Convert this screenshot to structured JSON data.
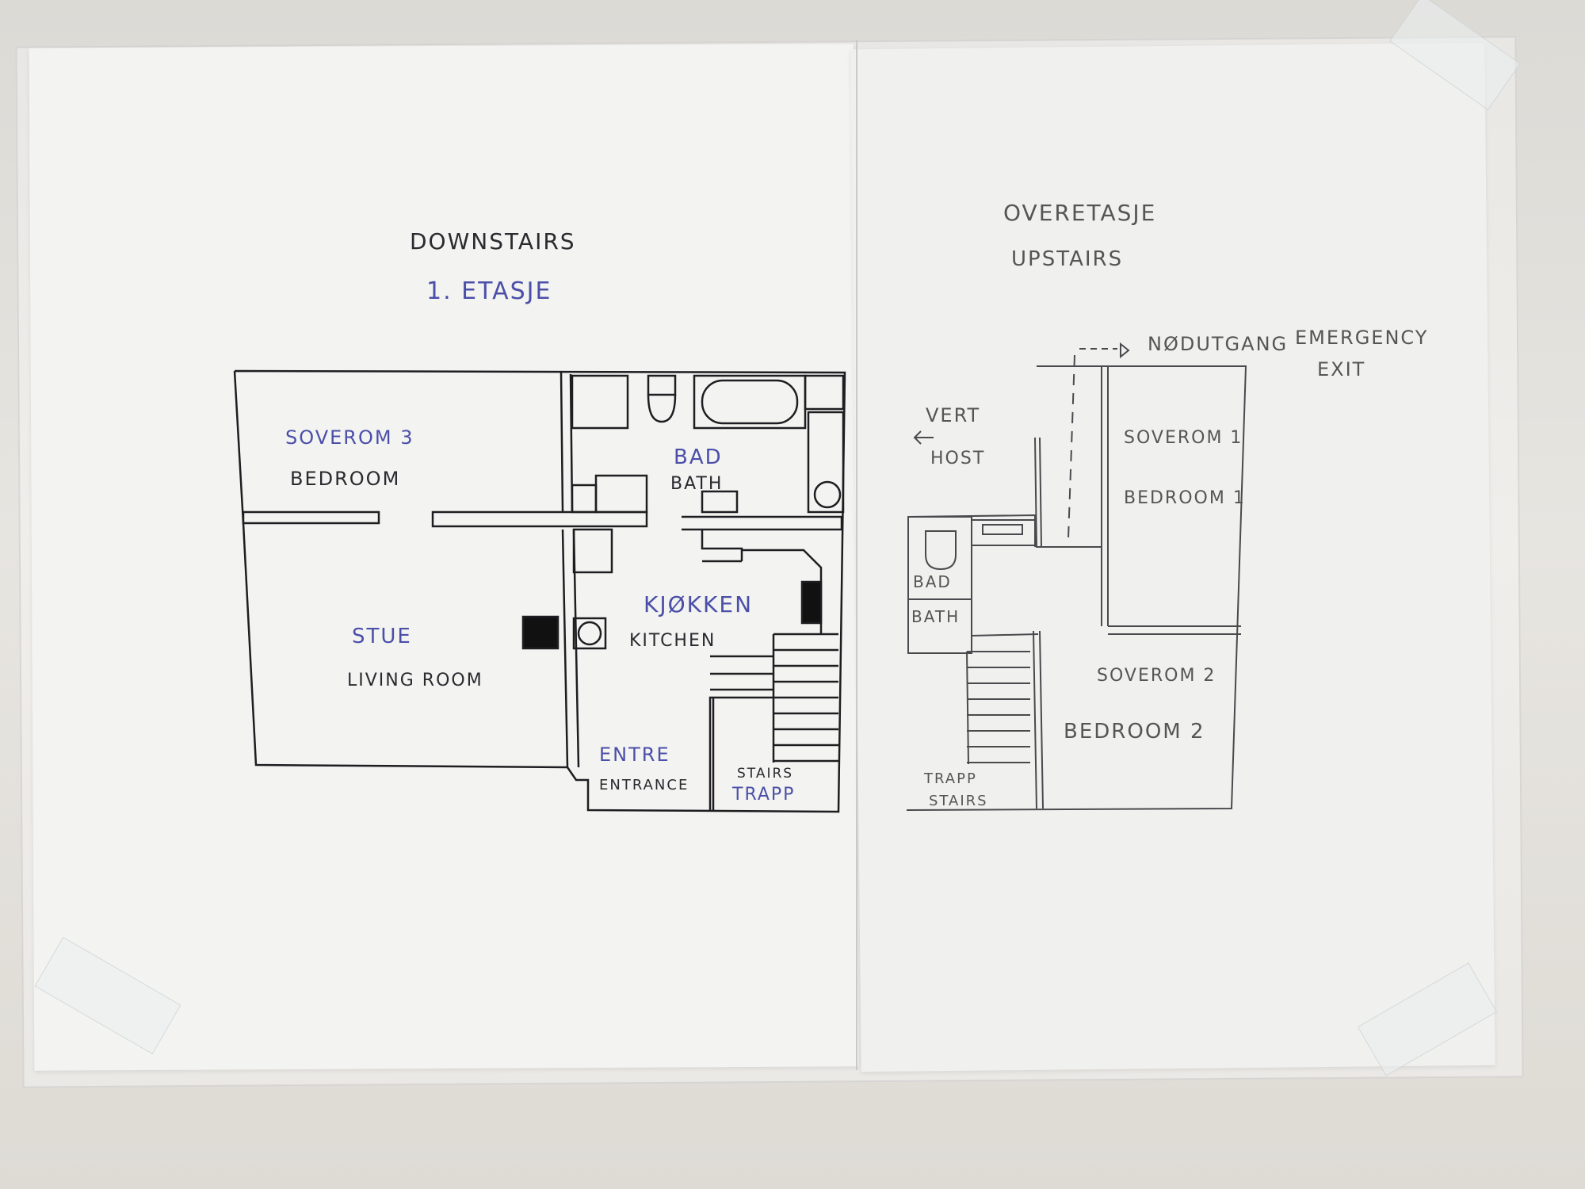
{
  "colors": {
    "wall": "#e4e2dd",
    "paper": "#f3f3f1",
    "blue_ink": "#4b4fa8",
    "black_ink": "#2a2a30",
    "pencil": "#555555"
  },
  "downstairs": {
    "title_en": "DOWNSTAIRS",
    "title_no": "1. ETASJE",
    "rooms": {
      "bedroom3_no": "SOVEROM 3",
      "bedroom3_en": "BEDROOM",
      "bath_no": "BAD",
      "bath_en": "BATH",
      "living_no": "STUE",
      "living_en": "LIVING ROOM",
      "kitchen_no": "KJØKKEN",
      "kitchen_en": "KITCHEN",
      "entrance_no": "ENTRE",
      "entrance_en": "ENTRANCE",
      "stairs_en": "STAIRS",
      "stairs_no": "TRAPP"
    }
  },
  "upstairs": {
    "title_no": "OVERETASJE",
    "title_en": "UPSTAIRS",
    "exit_no": "NØDUTGANG",
    "exit_en_1": "EMERGENCY",
    "exit_en_2": "EXIT",
    "host_no": "VERT",
    "host_en": "HOST",
    "bedroom1_no": "SOVEROM 1",
    "bedroom1_en": "BEDROOM 1",
    "bath_no": "BAD",
    "bath_en": "BATH",
    "bedroom2_no": "SOVEROM 2",
    "bedroom2_en": "BEDROOM 2",
    "stairs_no": "TRAPP",
    "stairs_en": "STAIRS"
  }
}
